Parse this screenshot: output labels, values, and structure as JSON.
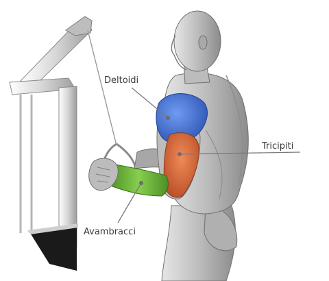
{
  "labels": {
    "deltoids": "Deltoidi",
    "triceps": "Tricipiti",
    "forearms": "Avambracci"
  },
  "colors": {
    "deltoids": "#3e6fd6",
    "triceps": "#e0693c",
    "forearms": "#6fb83b",
    "body": "#c9c9c9",
    "machine": "#d9d9d9",
    "machine_dark": "#1a1a1a"
  }
}
